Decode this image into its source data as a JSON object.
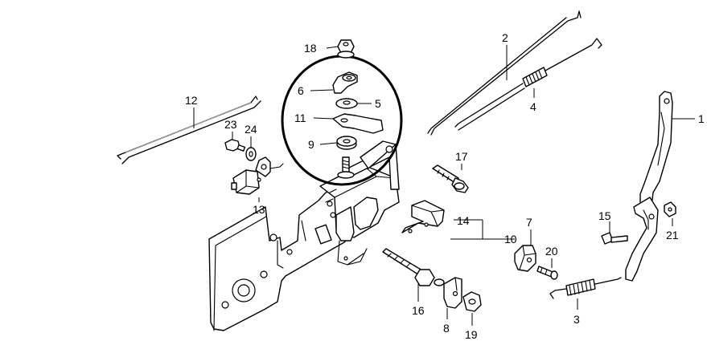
{
  "callouts": [
    {
      "id": "c1",
      "label": "1"
    },
    {
      "id": "c2",
      "label": "2"
    },
    {
      "id": "c3",
      "label": "3"
    },
    {
      "id": "c4",
      "label": "4"
    },
    {
      "id": "c5",
      "label": "5"
    },
    {
      "id": "c6",
      "label": "6"
    },
    {
      "id": "c7",
      "label": "7"
    },
    {
      "id": "c8",
      "label": "8"
    },
    {
      "id": "c9",
      "label": "9"
    },
    {
      "id": "c10",
      "label": "10"
    },
    {
      "id": "c11",
      "label": "11"
    },
    {
      "id": "c12",
      "label": "12"
    },
    {
      "id": "c13",
      "label": "13"
    },
    {
      "id": "c14",
      "label": "14"
    },
    {
      "id": "c15",
      "label": "15"
    },
    {
      "id": "c16",
      "label": "16"
    },
    {
      "id": "c17",
      "label": "17"
    },
    {
      "id": "c18",
      "label": "18"
    },
    {
      "id": "c19",
      "label": "19"
    },
    {
      "id": "c20",
      "label": "20"
    },
    {
      "id": "c21",
      "label": "21"
    },
    {
      "id": "c23",
      "label": "23"
    },
    {
      "id": "c24",
      "label": "24"
    }
  ],
  "highlight": {
    "shape": "ellipse",
    "color": "#000000"
  }
}
